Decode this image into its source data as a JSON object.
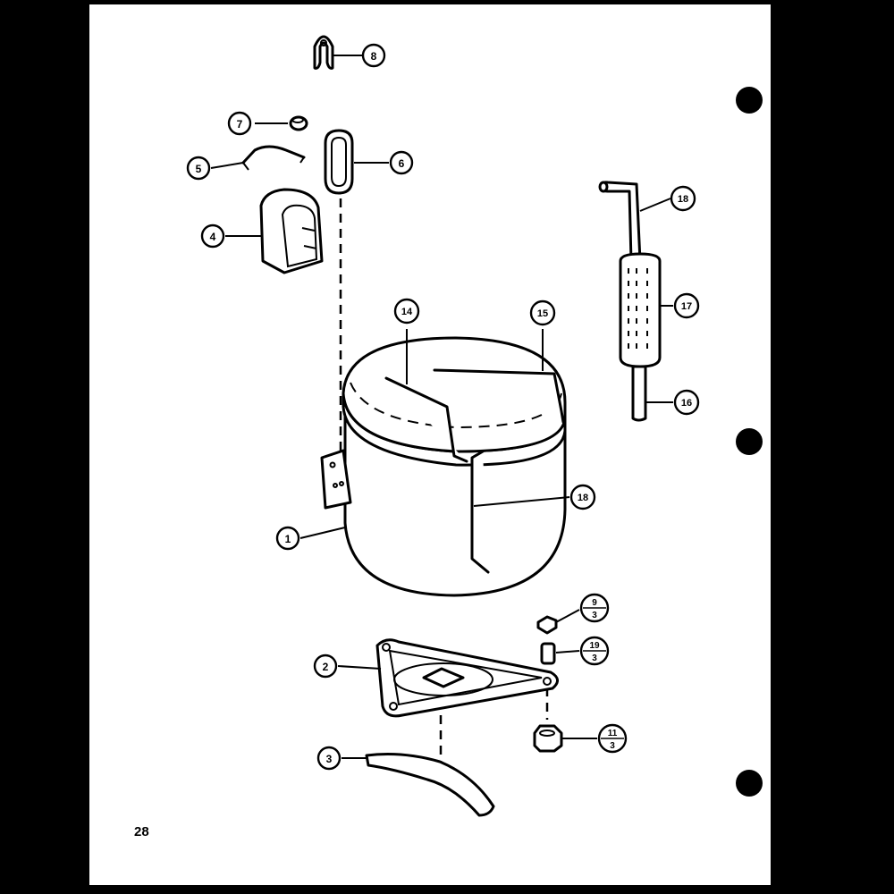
{
  "page": {
    "number": "28"
  },
  "callouts": [
    {
      "id": "c1",
      "label": "1"
    },
    {
      "id": "c2",
      "label": "2"
    },
    {
      "id": "c3",
      "label": "3"
    },
    {
      "id": "c4",
      "label": "4"
    },
    {
      "id": "c5",
      "label": "5"
    },
    {
      "id": "c6",
      "label": "6"
    },
    {
      "id": "c7",
      "label": "7"
    },
    {
      "id": "c8",
      "label": "8"
    },
    {
      "id": "c14",
      "label": "14"
    },
    {
      "id": "c15",
      "label": "15"
    },
    {
      "id": "c16",
      "label": "16"
    },
    {
      "id": "c17",
      "label": "17"
    },
    {
      "id": "c18a",
      "label": "18"
    },
    {
      "id": "c18b",
      "label": "18"
    }
  ],
  "fraction_callouts": [
    {
      "id": "f9",
      "top": "9",
      "bottom": "3"
    },
    {
      "id": "f19",
      "top": "19",
      "bottom": "3"
    },
    {
      "id": "f11",
      "top": "11",
      "bottom": "3"
    }
  ]
}
